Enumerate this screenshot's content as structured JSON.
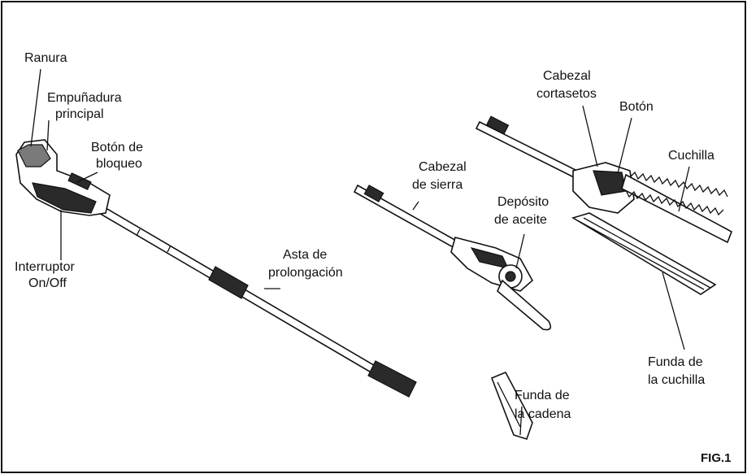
{
  "figure": {
    "number": "FIG.1"
  },
  "labels": {
    "ranura": "Ranura",
    "empunadura_1": "Empuñadura",
    "empunadura_2": "principal",
    "boton_bloqueo_1": "Botón de",
    "boton_bloqueo_2": "bloqueo",
    "interruptor_1": "Interruptor",
    "interruptor_2": "On/Off",
    "asta_1": "Asta de",
    "asta_2": "prolongación",
    "cabezal_sierra_1": "Cabezal",
    "cabezal_sierra_2": "de sierra",
    "deposito_1": "Depósito",
    "deposito_2": "de aceite",
    "cabezal_cortasetos_1": "Cabezal",
    "cabezal_cortasetos_2": "cortasetos",
    "boton": "Botón",
    "cuchilla": "Cuchilla",
    "funda_cuchilla_1": "Funda de",
    "funda_cuchilla_2": "la cuchilla",
    "funda_cadena_1": "Funda de",
    "funda_cadena_2": "la cadena"
  }
}
